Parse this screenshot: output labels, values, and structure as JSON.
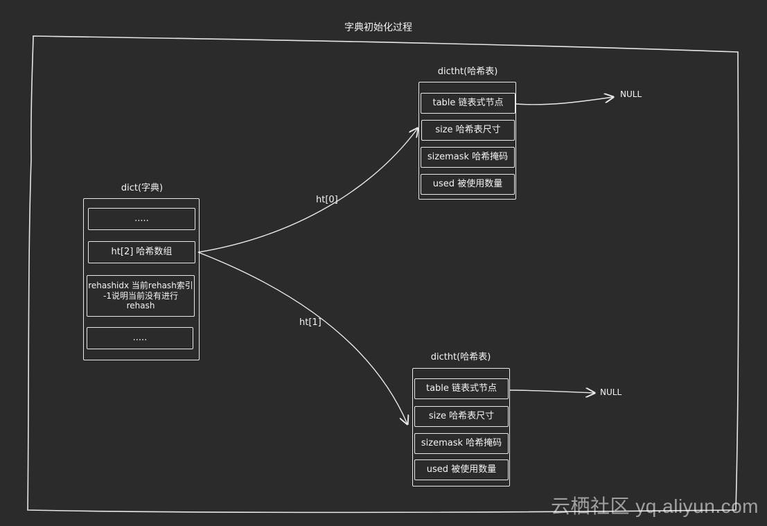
{
  "diagram": {
    "title": "字典初始化过程",
    "dict": {
      "label": "dict(字典)",
      "cells": [
        {
          "text": "....."
        },
        {
          "text": "ht[2] 哈希数组"
        },
        {
          "lines": [
            "rehashidx 当前rehash索引",
            "-1说明当前没有进行",
            "rehash"
          ]
        },
        {
          "text": "....."
        }
      ]
    },
    "ht0": {
      "edge_label": "ht[0]",
      "label": "dictht(哈希表)",
      "cells": [
        "table 链表式节点",
        "size 哈希表尺寸",
        "sizemask 哈希掩码",
        "used 被使用数量"
      ],
      "null_label": "NULL"
    },
    "ht1": {
      "edge_label": "ht[1]",
      "label": "dictht(哈希表)",
      "cells": [
        "table 链表式节点",
        "size 哈希表尺寸",
        "sizemask 哈希掩码",
        "used 被使用数量"
      ],
      "null_label": "NULL"
    },
    "watermark": "云栖社区 yq.aliyun.com",
    "colors": {
      "background": "#2b2b2b",
      "stroke": "#e9e9e9",
      "text": "#f4f4f4"
    }
  }
}
